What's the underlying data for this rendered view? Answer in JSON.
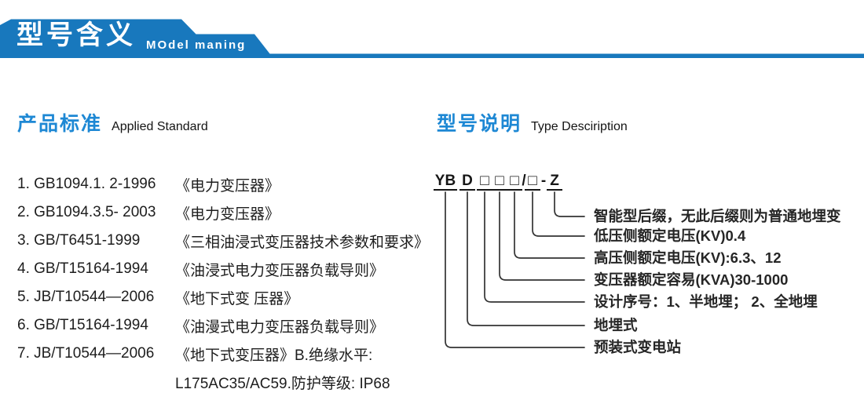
{
  "banner": {
    "title_zh": "型号含义",
    "title_en": "MOdel maning",
    "color": "#1878bd"
  },
  "left_section": {
    "heading_zh": "产品标准",
    "heading_en": "Applied Standard",
    "items": [
      {
        "code": "1. GB1094.1. 2-1996",
        "title": "《电力变压器》"
      },
      {
        "code": "2. GB1094.3.5- 2003",
        "title": "《电力变压器》"
      },
      {
        "code": "3. GB/T6451-1999",
        "title": "《三相油浸式变压器技术参数和要求》"
      },
      {
        "code": "4. GB/T15164-1994",
        "title": "《油浸式电力变压器负载导则》"
      },
      {
        "code": "5. JB/T10544—2006",
        "title": "《地下式变 压器》"
      },
      {
        "code": "6. GB/T15164-1994",
        "title": "《油漫式电力变压器负载导则》"
      },
      {
        "code": "7. JB/T10544—2006",
        "title": "《地下式变压器》B.绝缘水平:"
      },
      {
        "code": "",
        "title": "L175AC35/AC59.防护等级: IP68"
      }
    ]
  },
  "right_section": {
    "heading_zh": "型号说明",
    "heading_en": "Type Desciription",
    "model_code": {
      "parts": [
        {
          "text": "YB"
        },
        {
          "text": "D"
        },
        {
          "text": "□"
        },
        {
          "text": "□"
        },
        {
          "text": "□"
        },
        {
          "text": "/"
        },
        {
          "text": "□"
        },
        {
          "text": "-"
        },
        {
          "text": "Z"
        }
      ]
    },
    "labels": [
      "智能型后缀，无此后缀则为普通地埋变",
      "低压侧额定电压(KV)0.4",
      "高压侧额定电压(KV):6.3、12",
      "变压器额定容易(KVA)30-1000",
      "设计序号：1、半地埋； 2、全地埋",
      "地埋式",
      "预装式变电站"
    ]
  }
}
